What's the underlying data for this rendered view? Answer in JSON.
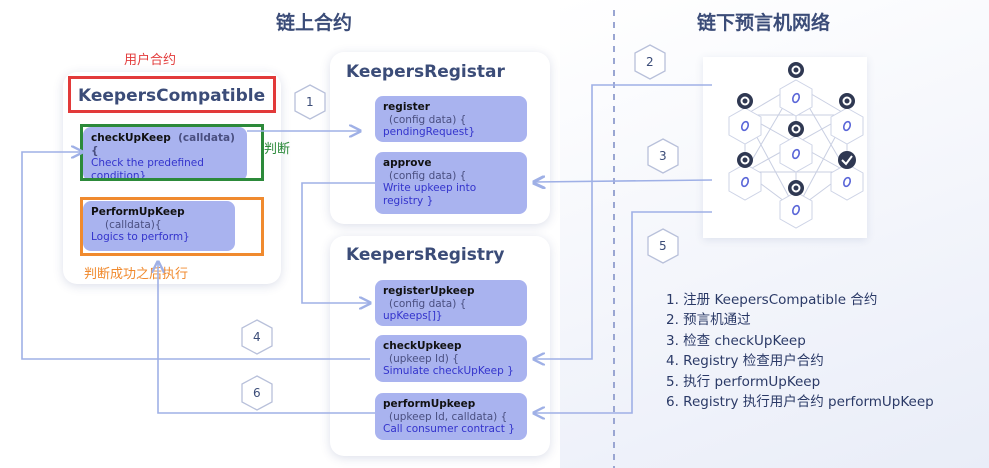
{
  "headings": {
    "onchain": "链上合约",
    "offchain": "链下预言机网络"
  },
  "annotations": {
    "user_contract": "用户合约",
    "judge": "判断",
    "after_judge": "判断成功之后执行"
  },
  "keepers_compatible": {
    "title": "KeepersCompatible",
    "functions": [
      {
        "name": "checkUpKeep",
        "args": "(calldata) {",
        "body": "Check the predefined condition}"
      },
      {
        "name": "PerformUpKeep",
        "args": "(calldata){",
        "body": "Logics to perform}"
      }
    ]
  },
  "keepers_registar": {
    "title": "KeepersRegistar",
    "functions": [
      {
        "name": "register",
        "args": "(config data) {",
        "body": "pendingRequest}"
      },
      {
        "name": "approve",
        "args": "(config data) {",
        "body": "Write upkeep into registry }"
      }
    ]
  },
  "keepers_registry": {
    "title": "KeepersRegistry",
    "functions": [
      {
        "name": "registerUpkeep",
        "args": "(config data) {",
        "body": "upKeeps[]}"
      },
      {
        "name": "checkUpkeep",
        "args": "(upkeep Id) {",
        "body": "Simulate checkUpKeep }"
      },
      {
        "name": "performUpkeep",
        "args": "(upkeep Id, calldata) {",
        "body": "Call consumer contract }"
      }
    ]
  },
  "steps": [
    "1",
    "2",
    "3",
    "4",
    "5",
    "6"
  ],
  "legend": [
    "1. 注册 KeepersCompatible 合约",
    "2. 预言机通过",
    "3. 检查 checkUpKeep",
    "4. Registry 检查用户合约",
    "5. 执行 performUpKeep",
    "6. Registry 执行用户合约 performUpKeep"
  ],
  "colors": {
    "function_fill": "#a9b3ef",
    "arrow": "#9fb0e6",
    "red_box": "#e23a3a",
    "green_box": "#2c8a3a",
    "orange_box": "#f08a2e"
  }
}
